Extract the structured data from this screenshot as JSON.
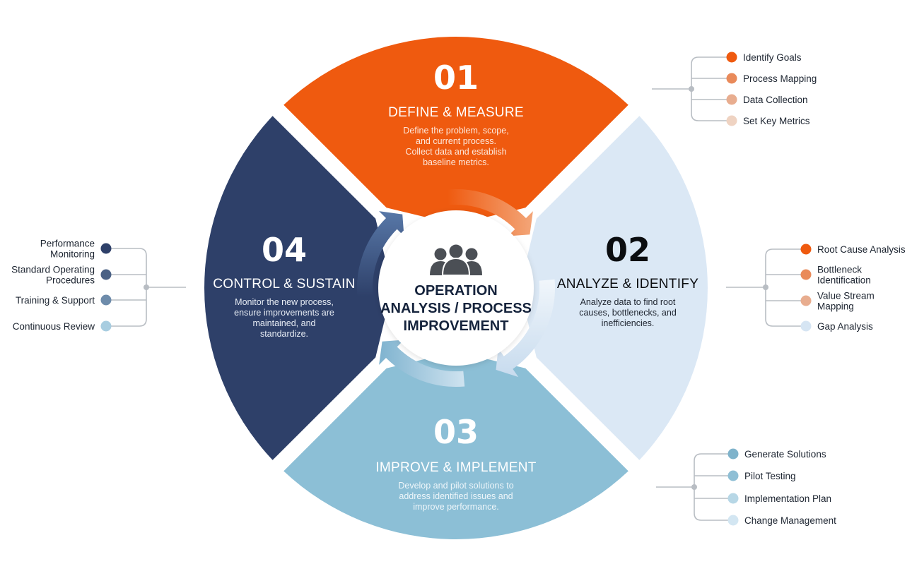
{
  "center": {
    "lines": [
      "OPERATION",
      "ANALYSIS / PROCESS",
      "IMPROVEMENT"
    ],
    "icon": "team-people-icon"
  },
  "stages": [
    {
      "number": "01",
      "title": "DEFINE & MEASURE",
      "description": [
        "Define the problem, scope,",
        "and current process.",
        "Collect data and establish",
        "baseline metrics."
      ],
      "color": "#ef5a0f",
      "items": [
        "Identify Goals",
        "Process Mapping",
        "Data Collection",
        "Set Key Metrics"
      ],
      "item_colors": [
        "#ef5a0f",
        "#e98a5a",
        "#e8ad8f",
        "#efd3c2"
      ]
    },
    {
      "number": "02",
      "title": "ANALYZE & IDENTIFY",
      "description": [
        "Analyze data to find root",
        "causes, bottlenecks, and",
        "inefficiencies."
      ],
      "color": "#dbe8f5",
      "items": [
        "Root Cause Analysis",
        "Bottleneck Identification",
        "Value Stream Mapping",
        "Gap Analysis"
      ],
      "item_colors": [
        "#ef5a0f",
        "#e98a5a",
        "#e8ad8f",
        "#d6e5f3"
      ]
    },
    {
      "number": "03",
      "title": "IMPROVE & IMPLEMENT",
      "description": [
        "Develop and pilot solutions to",
        "address identified issues and",
        "improve performance."
      ],
      "color": "#8cbfd6",
      "items": [
        "Generate Solutions",
        "Pilot Testing",
        "Implementation Plan",
        "Change Management"
      ],
      "item_colors": [
        "#7fb3cb",
        "#8fbfd5",
        "#b7d7e6",
        "#d3e6f2"
      ]
    },
    {
      "number": "04",
      "title": "CONTROL & SUSTAIN",
      "description": [
        "Monitor the new process,",
        "ensure improvements are",
        "maintained, and",
        "standardize."
      ],
      "color": "#2e4069",
      "items": [
        "Performance Monitoring",
        "Standard Operating Procedures",
        "Training & Support",
        "Continuous Review"
      ],
      "item_colors": [
        "#2e4069",
        "#4a6185",
        "#6e8cab",
        "#a8cde0"
      ]
    }
  ]
}
